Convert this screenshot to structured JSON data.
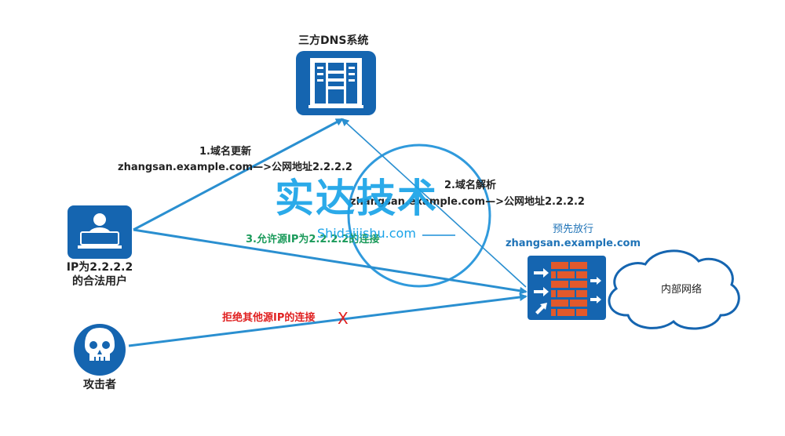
{
  "nodes": {
    "dns_server": {
      "label": "三方DNS系统"
    },
    "legit_user": {
      "line1": "IP为2.2.2.2",
      "line2": "的合法用户"
    },
    "attacker": {
      "label": "攻击者"
    },
    "firewall": {
      "line1": "预先放行",
      "line2": "zhangsan.example.com"
    },
    "internal_network": {
      "label": "内部网络"
    }
  },
  "edges": {
    "domain_update": {
      "line1": "1.域名更新",
      "line2": "zhangsan.example.com—>公网地址2.2.2.2"
    },
    "domain_resolve": {
      "line1": "2.域名解析",
      "line2": "zhangsan.example.com—>公网地址2.2.2.2"
    },
    "allow_connection": {
      "label": "3.允许源IP为2.2.2.2的连接"
    },
    "reject_connection": {
      "label": "拒绝其他源IP的连接",
      "mark": "X"
    }
  },
  "watermark": {
    "title": "实达技术",
    "subtitle": "Shidaijishu.com"
  },
  "colors": {
    "node_blue": "#1565b0",
    "arrow_blue": "#2a8fd0",
    "firewall_brick": "#e2592c",
    "allow_green": "#1a9a5a",
    "reject_red": "#e02020",
    "watermark_blue": "#1aa3e8"
  }
}
